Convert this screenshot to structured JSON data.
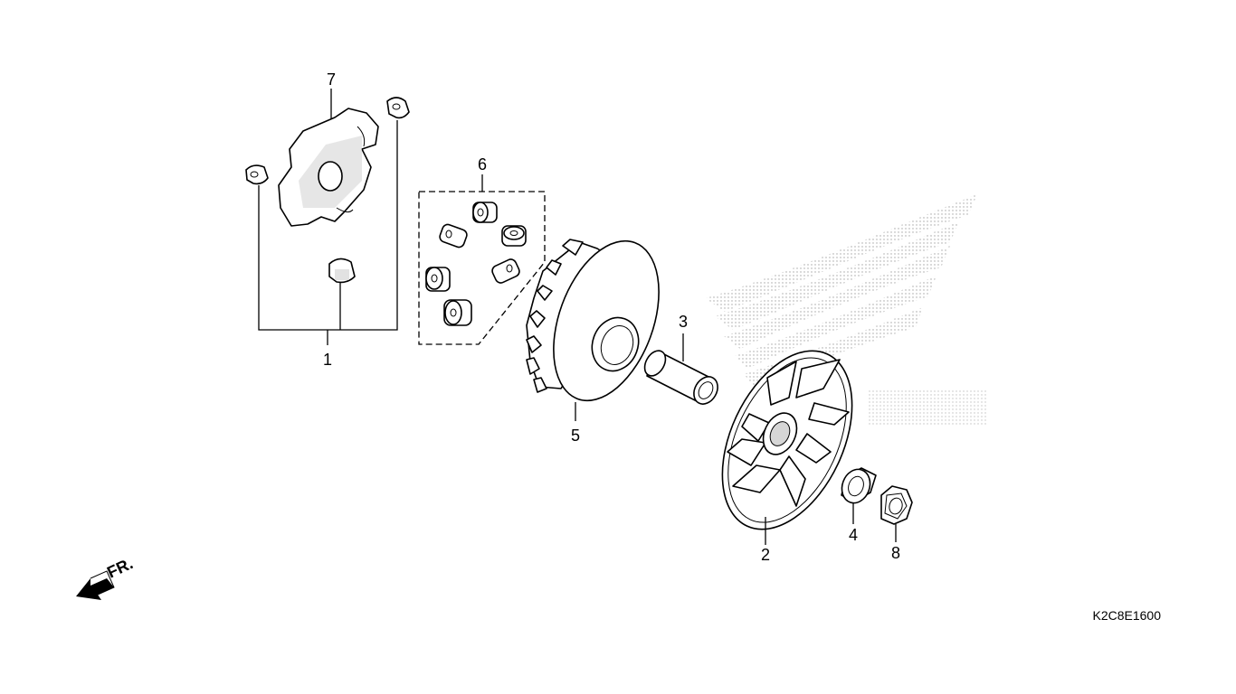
{
  "callouts": {
    "p1": "1",
    "p2": "2",
    "p3": "3",
    "p4": "4",
    "p5": "5",
    "p6": "6",
    "p7": "7",
    "p8": "8"
  },
  "direction_label": "FR.",
  "diagram_code": "K2C8E1600",
  "colors": {
    "line": "#000000",
    "watermark": "#b5b5b5"
  },
  "icons": {
    "direction": "arrow-front-icon",
    "watermark": "honda-wing-logo"
  }
}
